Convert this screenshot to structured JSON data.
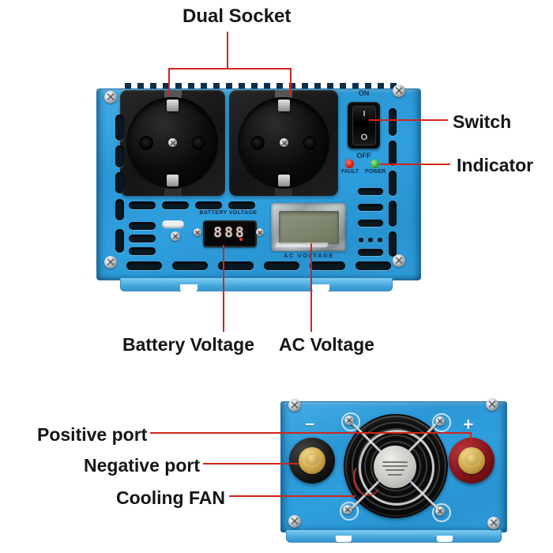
{
  "figure": {
    "description": "Annotated product photo of a blue power inverter: front panel view (top) and terminal/fan end view (bottom)"
  },
  "colors": {
    "panel_blue": "#2f9fdd",
    "callout_red": "#d2241a",
    "label_black": "#151515",
    "led_fault": "#d32015",
    "led_power": "#3aa93f",
    "lcd_screen_green": "#7d8570",
    "terminal_negative": "#1c1c1c",
    "terminal_positive": "#8e1b20",
    "brass": "#cda449"
  },
  "top_unit": {
    "callout_dual_socket": "Dual Socket",
    "callout_switch": "Switch",
    "callout_indicator": "Indicator",
    "callout_battery": "Battery Voltage",
    "callout_ac": "AC Voltage",
    "switch_on": "ON",
    "switch_off": "OFF",
    "rocker_i": "I",
    "rocker_o": "O",
    "led_fault_label": "FAULT",
    "led_power_label": "POWER",
    "battery_display_label": "BATTERY VOLTAGE",
    "battery_display_value": "888",
    "lcd_label": "AC VOLTAGE"
  },
  "bottom_unit": {
    "callout_positive": "Positive port",
    "callout_negative": "Negative port",
    "callout_fan": "Cooling FAN",
    "negative_sign": "−",
    "positive_sign": "+"
  }
}
